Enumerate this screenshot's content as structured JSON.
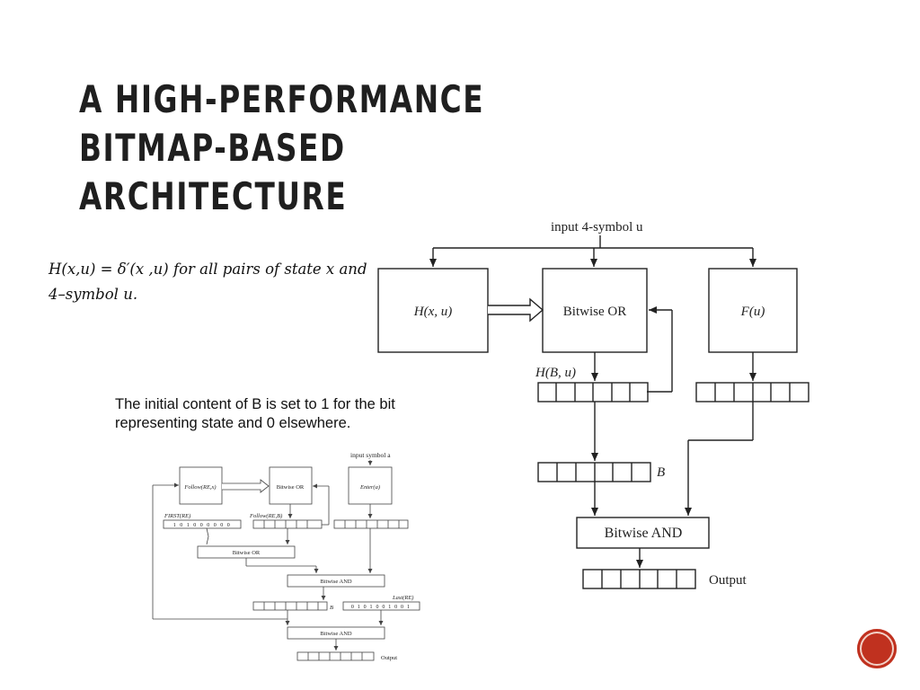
{
  "slide": {
    "title": "A High-Performance Bitmap-Based Architecture",
    "formula_text": "H(x,u) = δ′(x ,u) for all pairs of state x and 4–symbol u.",
    "note_text": "The initial content of B is set to 1 for the bit representing state and 0 elsewhere."
  },
  "big_diagram": {
    "input_label": "input 4-symbol u",
    "h_box": "H(x, u)",
    "or_box": "Bitwise OR",
    "f_box": "F(u)",
    "hbu_label": "H(B, u)",
    "b_label": "B",
    "and_box": "Bitwise AND",
    "output_label": "Output"
  },
  "small_diagram": {
    "input_label": "input symbol a",
    "follow_box": "Follow(RE,x)",
    "or_box": "Bitwise OR",
    "enter_box": "Enter(a)",
    "first_label": "FIRST(RE)",
    "first_bits": "1 0 1 0 0 0 0 0 0",
    "followb_label": "Follow(RE,B)",
    "or2_box": "Bitwise OR",
    "and_box": "Bitwise AND",
    "last_label": "Last(RE)",
    "last_bits": "0 1 0 1 0 0 1 0 0 1",
    "b_label": "B",
    "and2_box": "Bitwise AND",
    "output_label": "Output"
  },
  "colors": {
    "accent": "#c0311f",
    "text": "#222222"
  },
  "icons": {
    "nav": "circle-nav-icon"
  }
}
